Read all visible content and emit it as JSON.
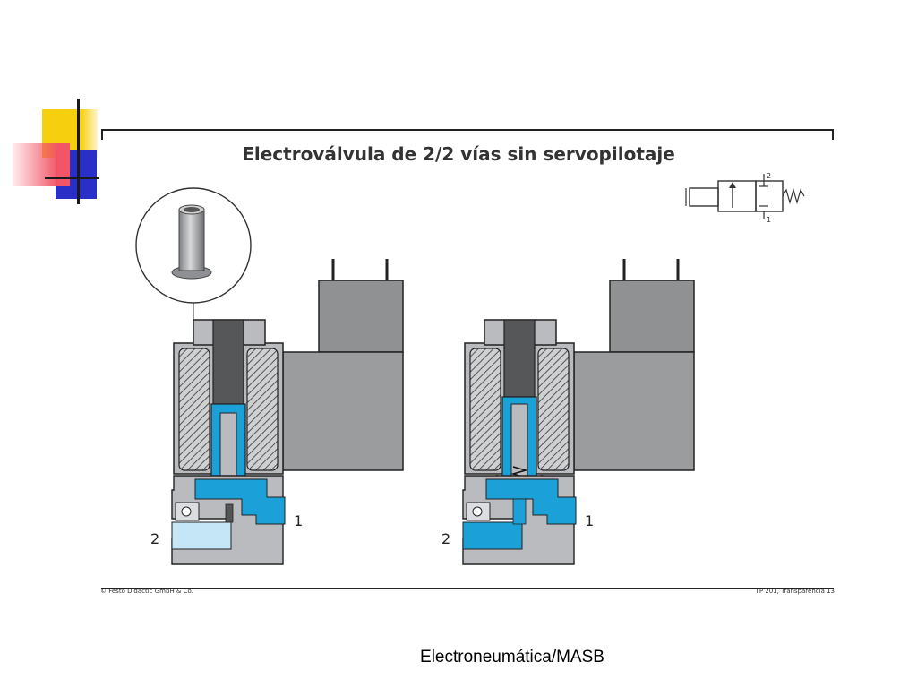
{
  "title": "Electroválvula de 2/2 vías sin servopilotaje",
  "copyright": "© Festo Didactic GmbH & Co.",
  "reference": "TP 201, Transparencia 13",
  "footer": "Electroneumática/MASB",
  "symbol": {
    "port_top": "2",
    "port_bottom": "1"
  },
  "left_valve": {
    "port_outlet": "2",
    "port_inlet": "1"
  },
  "right_valve": {
    "port_outlet": "2",
    "port_inlet": "1"
  },
  "colors": {
    "body_gray": "#b9bbbe",
    "coil_box": "#8f9193",
    "plunger": "#555759",
    "air_blue": "#1ba1d8",
    "light_blue": "#c5e6f6",
    "deco_yellow": "#f6cf0e",
    "deco_blue": "#2a2fc8",
    "deco_red": "#f25565"
  }
}
